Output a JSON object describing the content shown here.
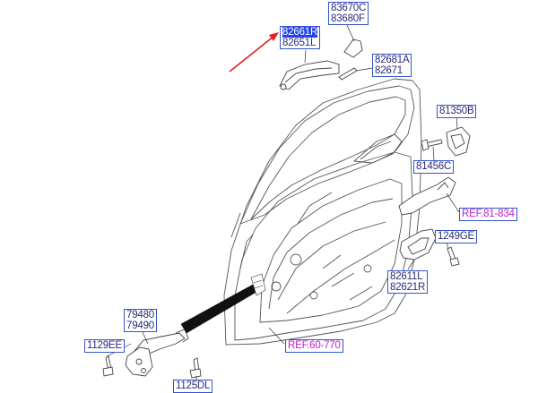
{
  "labels": {
    "p83670": [
      "83670C",
      "83680F"
    ],
    "p82661": [
      "82661R",
      "82651L"
    ],
    "p82681": [
      "82681A",
      "82671"
    ],
    "p81350": "81350B",
    "p81456": "81456C",
    "ref81": "REF.81-834",
    "p1249": "1249GE",
    "p82611": [
      "82611L",
      "82621R"
    ],
    "p79480": [
      "79480",
      "79490"
    ],
    "p1129": "1129EE",
    "ref60": "REF.60-770",
    "p1125": "1125DL"
  },
  "colors": {
    "label_text": "#2a2a7a",
    "label_border": "#3355cc",
    "highlight": "#2244ee",
    "ref_text": "#c21cc8",
    "arrow": "#e02020",
    "line_art": "#555555"
  }
}
